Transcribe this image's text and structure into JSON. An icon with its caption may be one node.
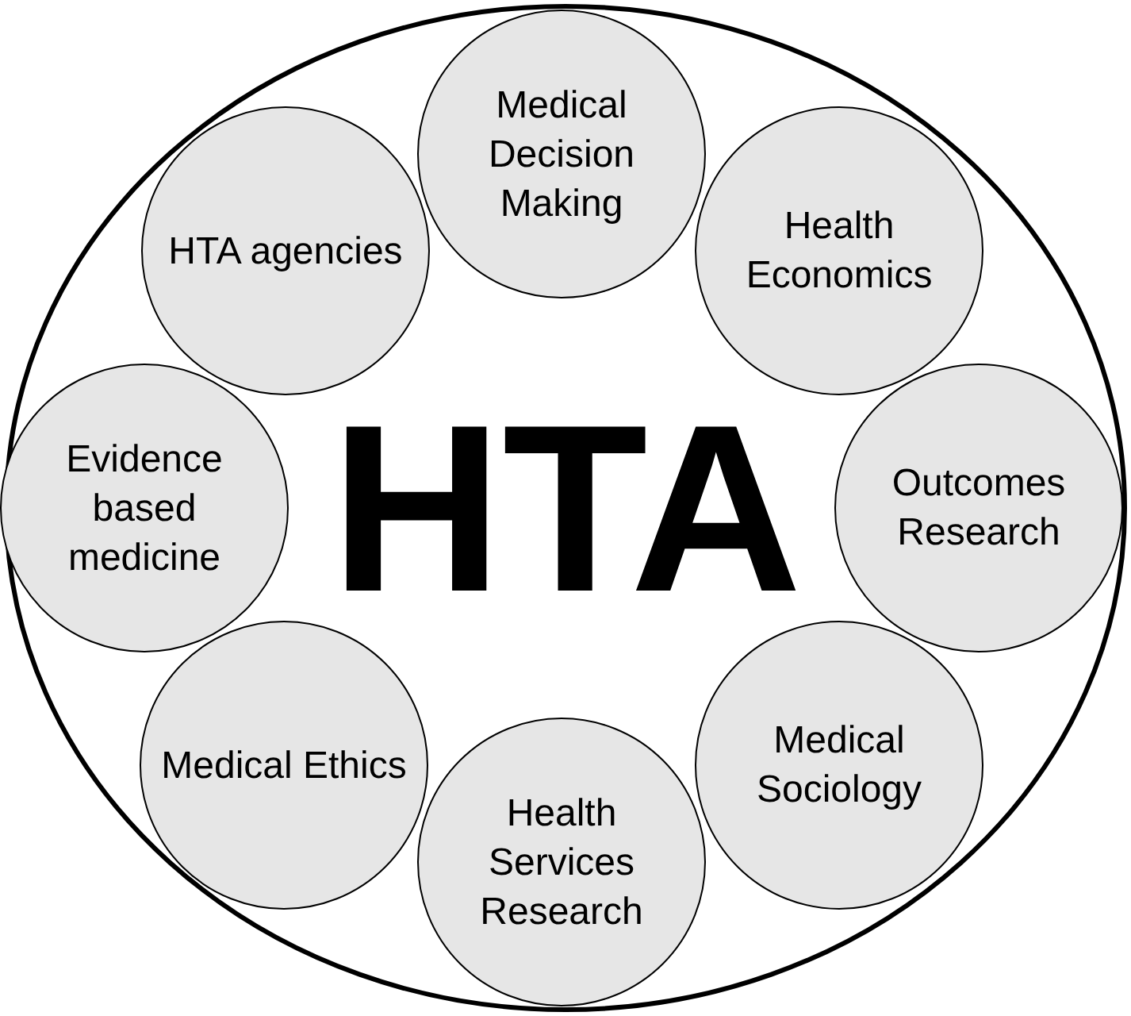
{
  "diagram": {
    "nodes": [
      {
        "text": [
          "HTA"
        ]
      },
      {
        "text": [
          "Medical Decision Making"
        ],
        "in": 0
      },
      {
        "text": [
          "HTA agencies"
        ],
        "in": 0
      },
      {
        "text": [
          "Health Economics"
        ],
        "in": 0
      },
      {
        "text": [
          "Evidence based medicine"
        ],
        "in": 0
      },
      {
        "text": [
          "Outcomes Research"
        ],
        "in": 0
      },
      {
        "text": [
          "Medical Ethics"
        ],
        "in": 0
      },
      {
        "text": [
          "Medical Sociology"
        ],
        "in": 0
      },
      {
        "text": [
          "Health Services Research"
        ],
        "in": 0
      }
    ]
  }
}
